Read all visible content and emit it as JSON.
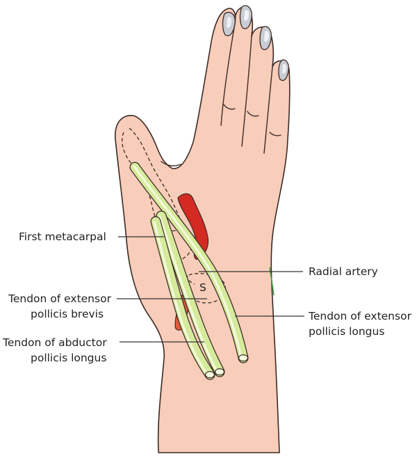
{
  "colors": {
    "skin": "#f8cdb9",
    "outline": "#3a2a26",
    "artery": "#d42a22",
    "artery_distal": "#e25a3c",
    "tendon": "#d6ea9c",
    "tendon_dark": "#a3c25a",
    "tendon_light": "#f4fbe0"
  },
  "labels": {
    "first_metacarpal": "First metacarpal",
    "radial_artery": "Radial artery",
    "epb_line1": "Tendon of extensor",
    "epb_line2": "pollicis brevis",
    "epl_line1": "Tendon of extensor",
    "epl_line2": "pollicis longus",
    "apl_line1": "Tendon of abductor",
    "apl_line2": "pollicis longus",
    "scaphoid_marker": "S"
  }
}
